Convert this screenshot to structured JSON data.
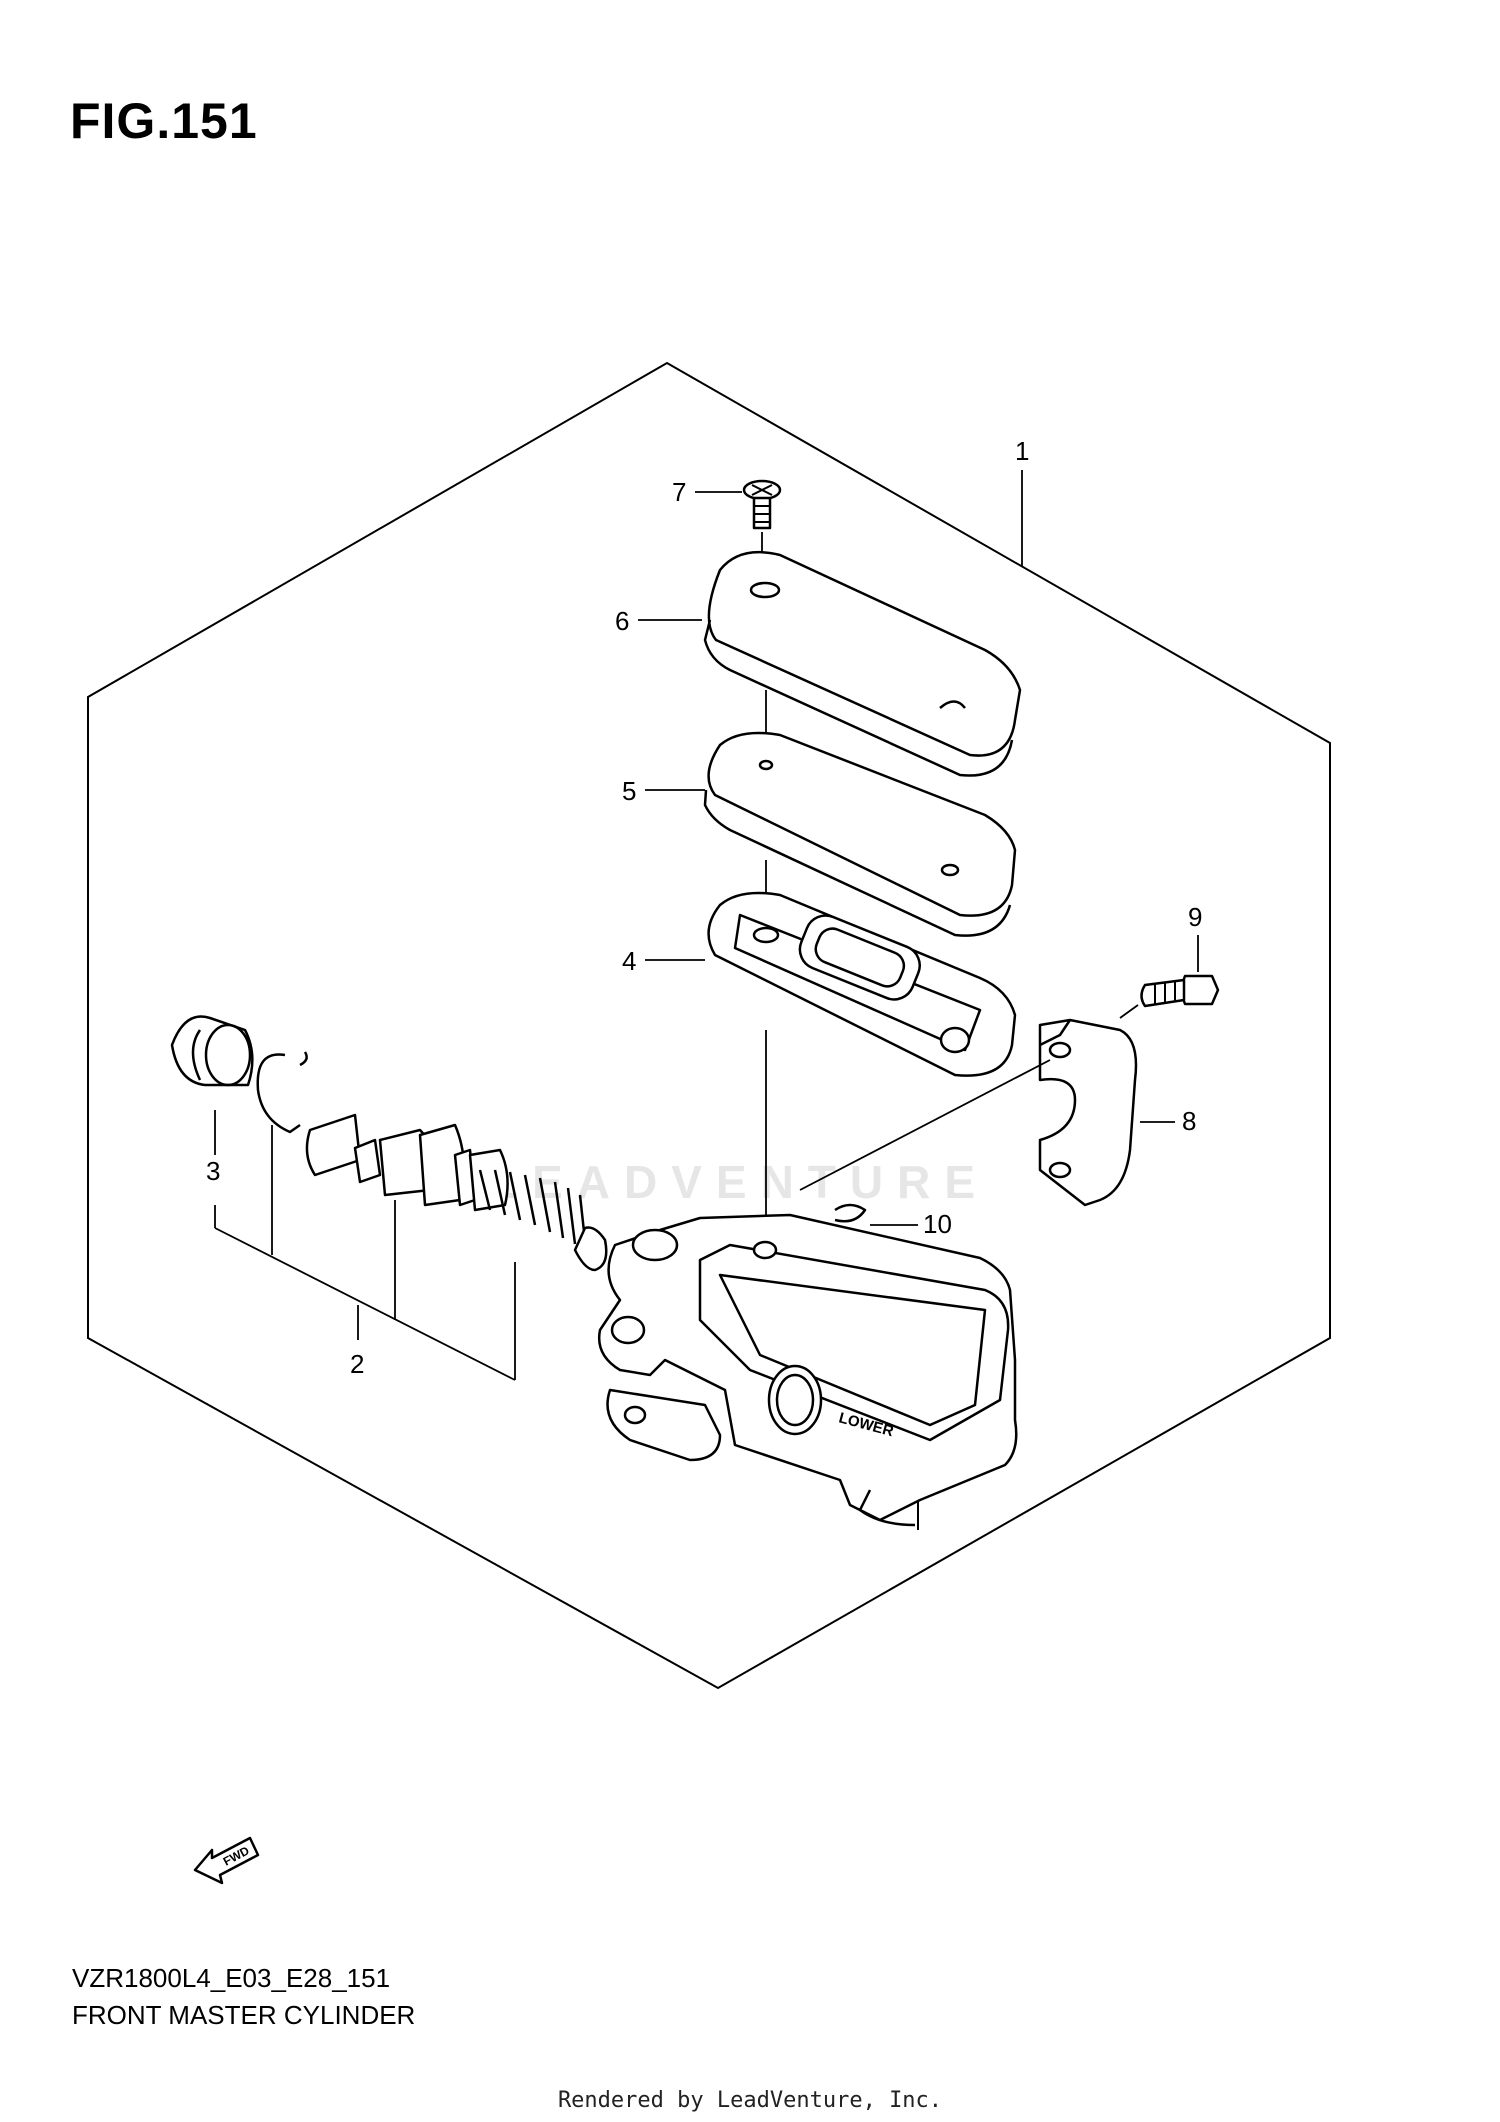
{
  "figure": {
    "title": "FIG.151"
  },
  "diagram": {
    "code": "VZR1800L4_E03_E28_151",
    "name": "FRONT MASTER CYLINDER",
    "callouts": [
      "1",
      "2",
      "3",
      "4",
      "5",
      "6",
      "7",
      "8",
      "9",
      "10"
    ],
    "fwd_label": "FWD",
    "lower_label": "LOWER",
    "watermark": "LEADVENTURE"
  },
  "footer": {
    "rendered_by": "Rendered by LeadVenture, Inc."
  }
}
